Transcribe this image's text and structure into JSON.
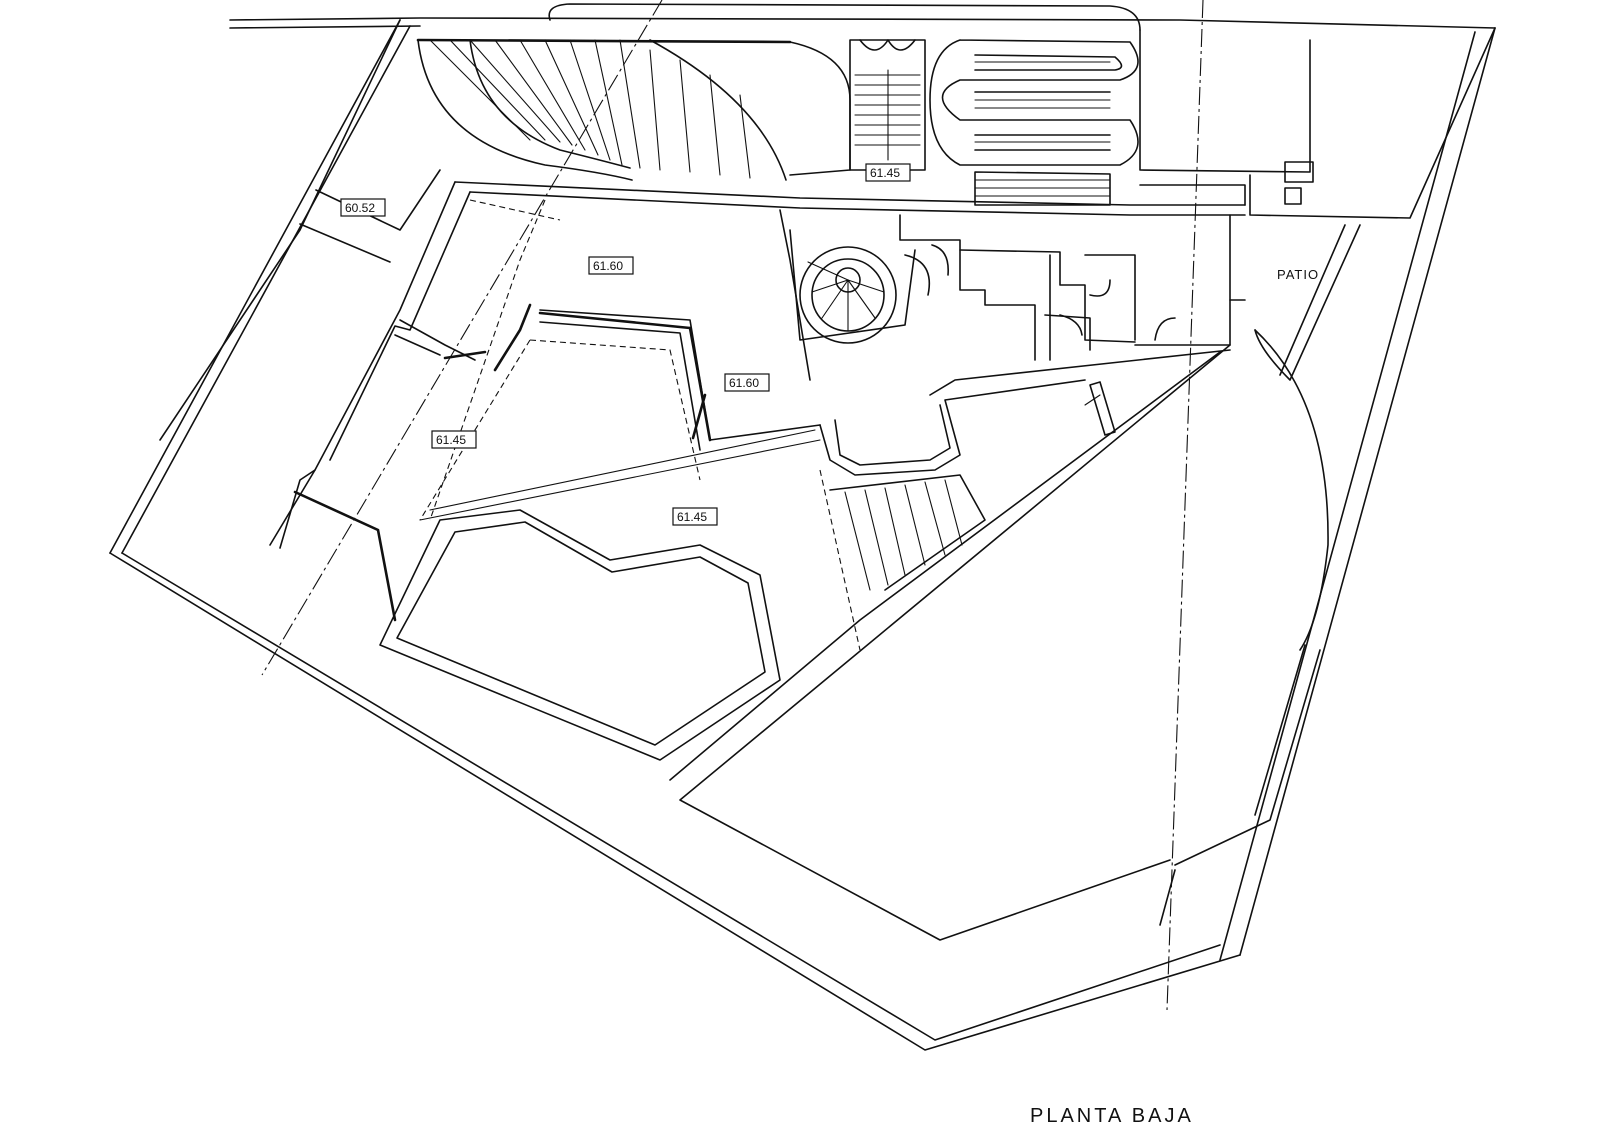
{
  "drawing": {
    "title": "PLANTA BAJA",
    "room_label": "PATIO",
    "levels": {
      "a": "60.52",
      "b": "61.60",
      "c": "61.45",
      "d": "61.60",
      "e": "61.45",
      "f": "61.45"
    }
  }
}
